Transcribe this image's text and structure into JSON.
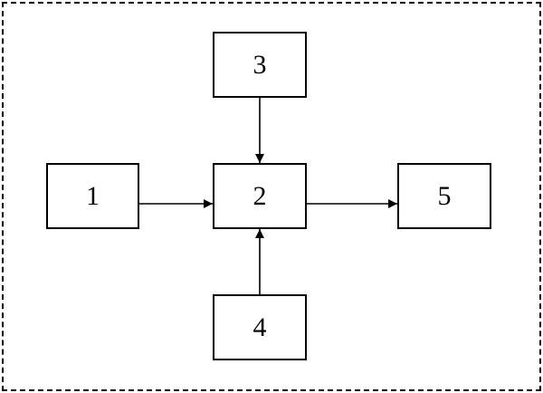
{
  "diagram": {
    "nodes": [
      {
        "id": "1",
        "label": "1"
      },
      {
        "id": "2",
        "label": "2"
      },
      {
        "id": "3",
        "label": "3"
      },
      {
        "id": "4",
        "label": "4"
      },
      {
        "id": "5",
        "label": "5"
      }
    ],
    "edges": [
      {
        "from": "1",
        "to": "2"
      },
      {
        "from": "3",
        "to": "2"
      },
      {
        "from": "4",
        "to": "2"
      },
      {
        "from": "2",
        "to": "5"
      }
    ],
    "colors": {
      "line": "#000000",
      "background": "#ffffff"
    }
  }
}
